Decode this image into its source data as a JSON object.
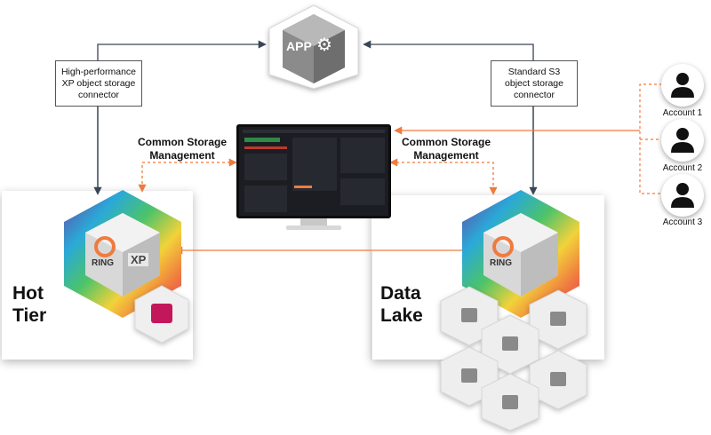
{
  "app": {
    "label": "APP"
  },
  "connectors": {
    "left": "High-performance XP object storage connector",
    "right": "Standard S3 object storage connector"
  },
  "management": {
    "left": "Common Storage Management",
    "right": "Common Storage Management"
  },
  "tiers": {
    "hot": {
      "line1": "Hot",
      "line2": "Tier",
      "ring_label": "RING",
      "badge": "XP"
    },
    "lake": {
      "line1": "Data",
      "line2": "Lake",
      "ring_label": "RING"
    }
  },
  "accounts": [
    {
      "label": "Account 1"
    },
    {
      "label": "Account 2"
    },
    {
      "label": "Account 3"
    }
  ],
  "colors": {
    "orange": "#f07b3f",
    "dark_arrow": "#3a4655",
    "hex_gradient": [
      "#6a3fa0",
      "#2aa9d8",
      "#4cc36a",
      "#f2d23a",
      "#f07b3f",
      "#e0306a"
    ]
  }
}
